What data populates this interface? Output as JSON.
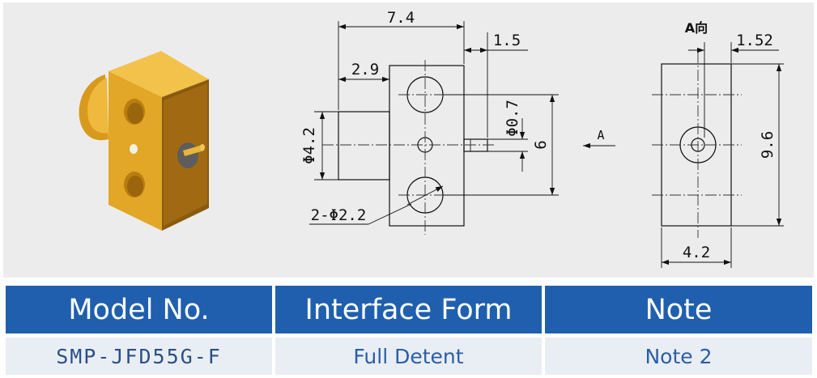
{
  "drawing": {
    "colors": {
      "background": "#ececec",
      "gold": "#e2a726",
      "gold_dark": "#b97d10",
      "gold_light": "#f0c04a",
      "line": "#111111"
    },
    "side_view": {
      "width_total": "7.4",
      "pin_extension": "1.5",
      "flange_offset": "2.9",
      "body_diameter": "Φ4.2",
      "pin_diameter": "Φ0.7",
      "hole_spacing": "6",
      "mount_holes": "2-Φ2.2",
      "view_arrow": "A"
    },
    "end_view": {
      "title": "A向",
      "offset": "1.52",
      "height": "9.6",
      "width": "4.2"
    }
  },
  "table": {
    "headers": [
      "Model No.",
      "Interface Form",
      "Note"
    ],
    "row": [
      "SMP-JFD55G-F",
      "Full Detent",
      "Note 2"
    ],
    "colors": {
      "header_bg": "#1f5fae",
      "header_text": "#ffffff",
      "row_bg": "#e9eef5",
      "row_text": "#2b5ea6"
    }
  }
}
